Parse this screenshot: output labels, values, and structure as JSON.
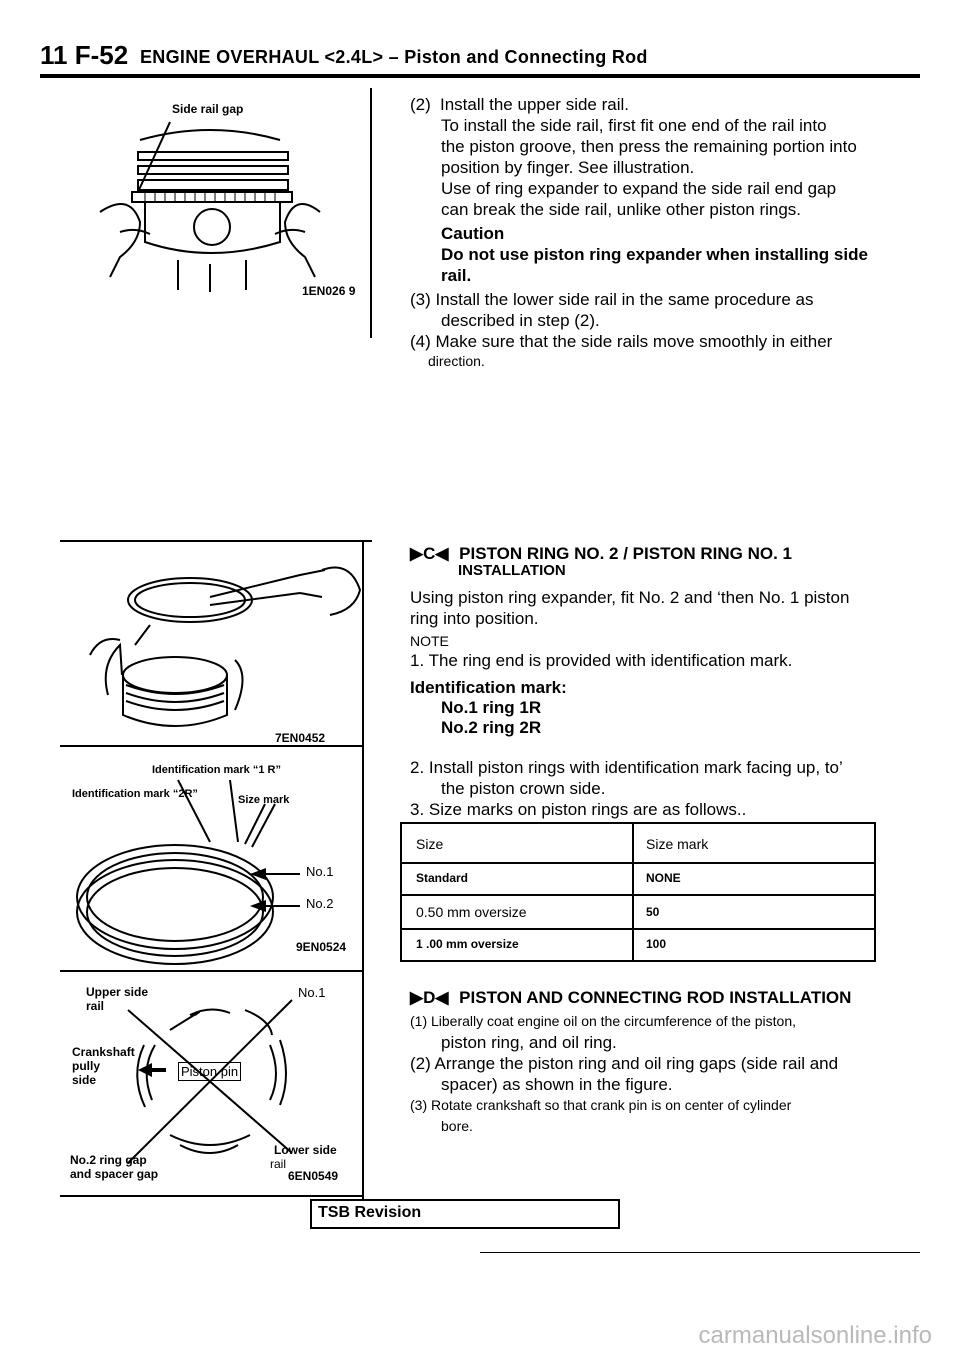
{
  "header": {
    "page_number": "11 F-52",
    "section": "ENGINE OVERHAUL <2.4L> – Piston and Connecting Rod"
  },
  "figures": {
    "fig1": {
      "label": "Side rail gap",
      "code": "1EN026 9"
    },
    "fig2": {
      "code": "7EN0452"
    },
    "fig3": {
      "label_1r": "Identification mark “1 R”",
      "label_2r": "Identification mark “2R”",
      "size_mark": "Size mark",
      "no1": "No.1",
      "no2": "No.2",
      "code": "9EN0524"
    },
    "fig4": {
      "upper_side_rail_1": "Upper side",
      "upper_side_rail_2": "rail",
      "no1": "No.1",
      "crankshaft": "Crankshaft",
      "pully": "pully",
      "side": "side",
      "piston_pin": "Piston pin",
      "no2_gap_1": "No.2 ring gap",
      "no2_gap_2": "and spacer gap",
      "lower_side_1": "Lower side",
      "lower_side_2": "rail",
      "code": "6EN0549"
    }
  },
  "upper_side_rail": {
    "step2_num": "(2)",
    "step2_line1": "Install the upper side rail.",
    "step2_line2": "To install the side rail, first fit one end of the rail into",
    "step2_line3": "the piston groove, then press the remaining portion into",
    "step2_line4": "position by finger. See illustration.",
    "step2_line5": "Use of ring expander to expand the side rail end gap",
    "step2_line6": "can break the side rail, unlike other piston rings.",
    "caution_title": "Caution",
    "caution_line1": "Do not use piston ring expander when installing side",
    "caution_line2": "rail.",
    "step3_line1": "(3) Install the lower side rail in the same procedure as",
    "step3_line2": "described in step (2).",
    "step4_line1": "(4) Make sure that the side rails move smoothly in either",
    "step4_line2": "direction."
  },
  "section_c": {
    "marker": "C",
    "title_line1": "PISTON RING NO. 2 / PISTON RING NO. 1",
    "title_line2": "INSTALLATION",
    "body_line1": "Using piston ring expander, fit No. 2 and ‘then No. 1 piston",
    "body_line2": "ring into position.",
    "note": "NOTE",
    "note1": "1. The ring end is provided with identification mark.",
    "id_title": "Identification mark:",
    "id_no1": "No.1 ring 1R",
    "id_no2": "No.2 ring 2R",
    "note2_line1": "2. Install piston rings with identification mark facing up, to’",
    "note2_line2": "the piston crown side.",
    "note3": "3. Size marks on piston rings are as follows..",
    "table": {
      "headers": [
        "Size",
        "Size mark"
      ],
      "rows": [
        [
          "Standard",
          "NONE"
        ],
        [
          "0.50 mm oversize",
          "50"
        ],
        [
          "1 .00 mm oversize",
          "100"
        ]
      ]
    }
  },
  "section_d": {
    "marker": "D",
    "title": "PISTON AND CONNECTING ROD INSTALLATION",
    "step1_line1": "(1) Liberally coat engine oil on the circumference of the piston,",
    "step1_line2": "piston ring, and oil ring.",
    "step2_line1": "(2) Arrange the piston ring and oil ring gaps (side rail and",
    "step2_line2": "spacer) as shown in the figure.",
    "step3_line1": "(3) Rotate crankshaft so that crank pin is on center of cylinder",
    "step3_line2": "bore."
  },
  "footer": {
    "tsb": "TSB Revision",
    "watermark": "carmanualsonline.info"
  }
}
